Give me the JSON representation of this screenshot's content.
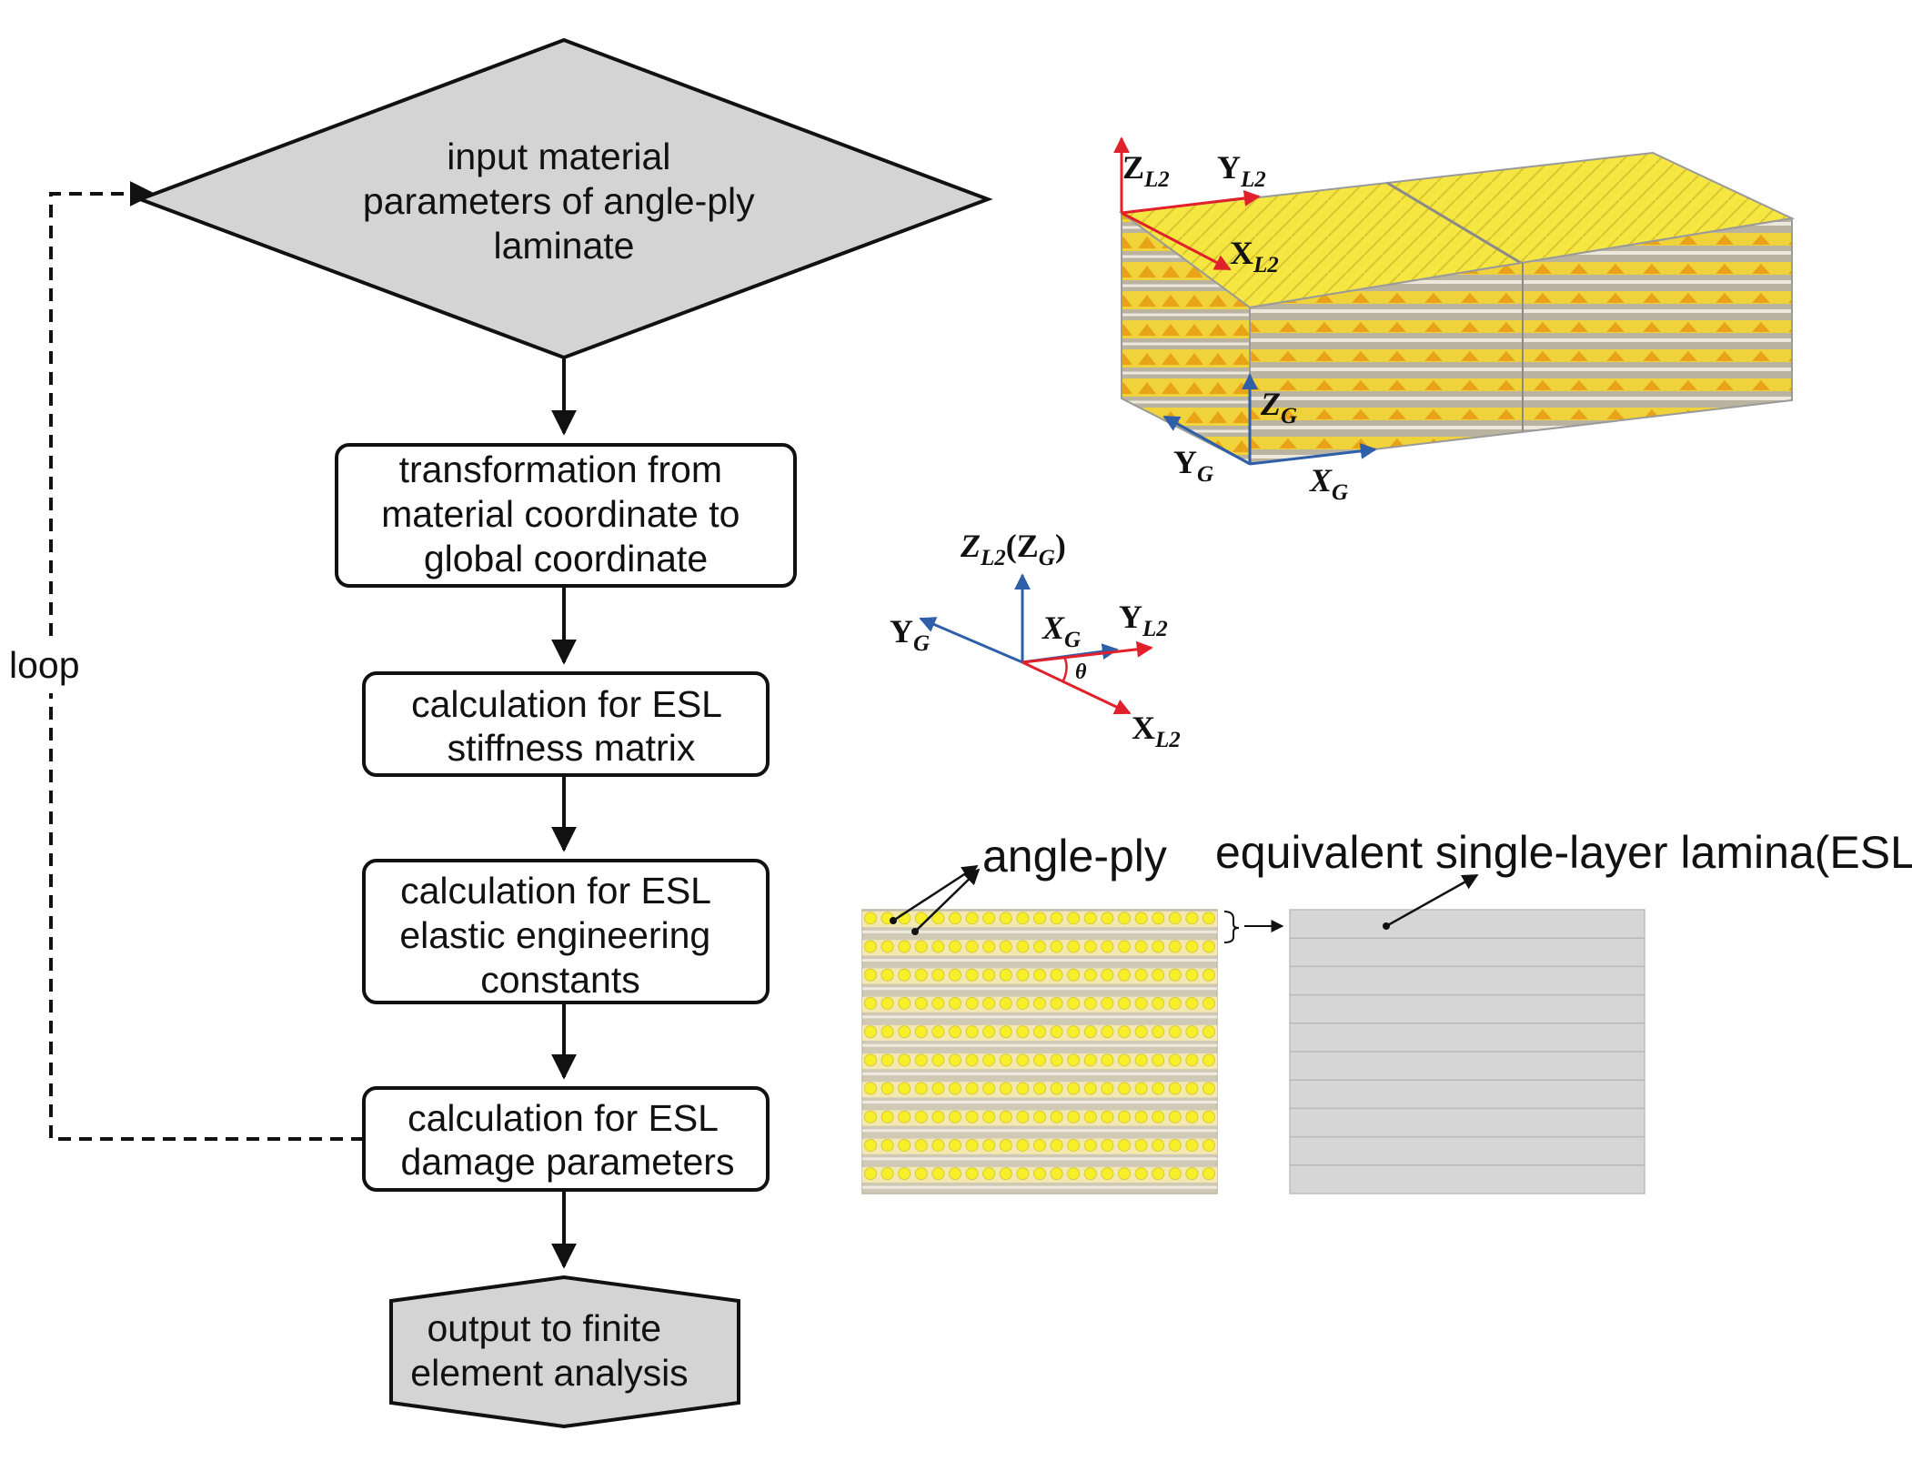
{
  "flowchart": {
    "input": [
      "input material",
      "parameters of angle-ply",
      "laminate"
    ],
    "transform": [
      "transformation from",
      "material coordinate to",
      "global coordinate"
    ],
    "stiffness": [
      "calculation for ESL",
      "stiffness matrix"
    ],
    "elastic": [
      "calculation for ESL",
      "elastic engineering",
      "constants"
    ],
    "damage": [
      "calculation for ESL",
      "damage parameters"
    ],
    "output": [
      "output to finite",
      "element analysis"
    ],
    "loop_label": "loop"
  },
  "laminate_axes": {
    "z_l2": "Z",
    "z_l2_sub": "L2",
    "y_l2": "Y",
    "y_l2_sub": "L2",
    "x_l2": "X",
    "x_l2_sub": "L2",
    "z_g": "Z",
    "z_g_sub": "G",
    "y_g": "Y",
    "y_g_sub": "G",
    "x_g": "X",
    "x_g_sub": "G"
  },
  "rotation_axes": {
    "top": "Z",
    "top_sub": "L2",
    "top_paren_open": "(Z",
    "top_paren_sub": "G",
    "top_paren_close": ")",
    "y_g": "Y",
    "y_g_sub": "G",
    "x_g": "X",
    "x_g_sub": "G",
    "y_l2": "Y",
    "y_l2_sub": "L2",
    "x_l2": "X",
    "x_l2_sub": "L2",
    "theta": "θ"
  },
  "comparison": {
    "angle_ply_label": "angle-ply",
    "esl_label": "equivalent single-layer lamina(ESL)"
  },
  "colors": {
    "shape_fill": "#d4d4d4",
    "ply_yellow": "#f5e642",
    "fiber_orange": "#e8a317",
    "local_axis_red": "#e0202a",
    "global_axis_blue": "#2f5fa8"
  }
}
